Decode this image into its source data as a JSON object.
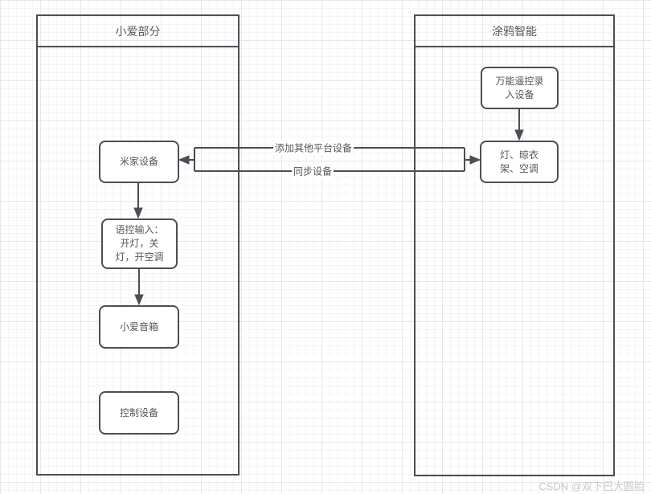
{
  "containers": {
    "xiaoai": {
      "title": "小爱部分"
    },
    "tuya": {
      "title": "涂鸦智能"
    }
  },
  "nodes": {
    "mijia": {
      "label": "米家设备"
    },
    "voice_input": {
      "label": "语控输入：\n开灯，关\n灯，开空调"
    },
    "xiaoai_speaker": {
      "label": "小爱音箱"
    },
    "control_device": {
      "label": "控制设备"
    },
    "universal_remote": {
      "label": "万能遥控录\n入设备"
    },
    "tuya_devices": {
      "label": "灯、晾衣\n架、空调"
    }
  },
  "edges": {
    "add_other_platform": {
      "label": "添加其他平台设备"
    },
    "sync_devices": {
      "label": "同步设备"
    }
  },
  "watermark": {
    "text": "CSDN @双下巴大圆脸"
  },
  "colors": {
    "shape_stroke": "#4d4d55",
    "text": "#55565c",
    "grid_major": "#e7e7e7",
    "grid_minor": "#f4f4f4",
    "watermark": "#c9c9c9"
  }
}
